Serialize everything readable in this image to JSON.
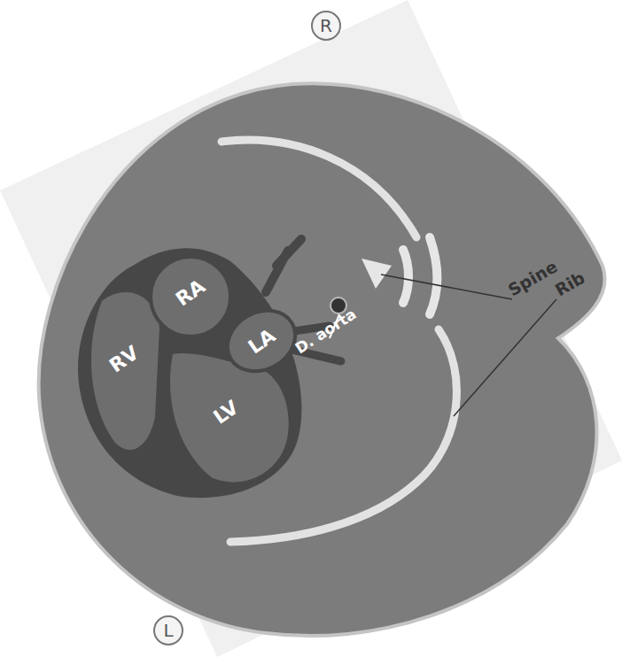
{
  "diagram": {
    "nodes": [
      {
        "text": [
          "R"
        ]
      },
      {
        "text": [
          "RA"
        ]
      },
      {
        "text": [
          "LA"
        ]
      },
      {
        "text": [
          "RV"
        ]
      },
      {
        "text": [
          "LV"
        ]
      },
      {
        "text": [
          "L"
        ]
      }
    ],
    "labels": [
      "D. aorta",
      "Spine",
      "Rib"
    ]
  }
}
